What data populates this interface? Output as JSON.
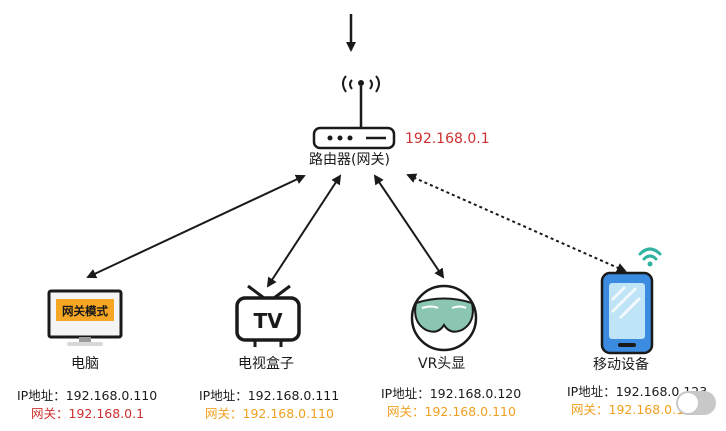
{
  "colors": {
    "gateway_red": "#d03030",
    "gateway_orange": "#f0a020",
    "line": "#1a1a1a",
    "wifi": "#2fb3a0",
    "phone_body": "#3b8be0",
    "screen_bg": "#f5a623"
  },
  "router": {
    "name": "路由器(网关)",
    "ip": "192.168.0.1"
  },
  "devices": [
    {
      "name": "电脑",
      "screen_text": "网关模式",
      "ip_label": "IP地址：",
      "ip": "192.168.0.110",
      "gw_label": "网关：",
      "gw": "192.168.0.1"
    },
    {
      "name": "电视盒子",
      "screen_text": "TV",
      "ip_label": "IP地址：",
      "ip": "192.168.0.111",
      "gw_label": "网关：",
      "gw": "192.168.0.110"
    },
    {
      "name": "VR头显",
      "ip_label": "IP地址：",
      "ip": "192.168.0.120",
      "gw_label": "网关：",
      "gw": "192.168.0.110"
    },
    {
      "name": "移动设备",
      "ip_label": "IP地址：",
      "ip": "192.168.0.123",
      "gw_label": "网关：",
      "gw": "192.168.0.110"
    }
  ]
}
